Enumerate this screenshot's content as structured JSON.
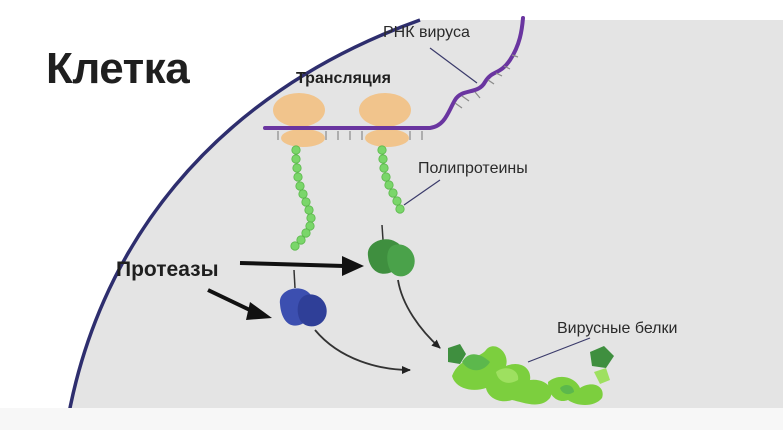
{
  "labels": {
    "title": "Клетка",
    "rna": "РНК вируса",
    "translation": "Трансляция",
    "polyproteins": "Полипротеины",
    "proteases": "Протеазы",
    "viral_proteins": "Вирусные белки"
  },
  "colors": {
    "cell_fill": "#e4e4e4",
    "cell_border": "#2e2e6e",
    "rna": "#6a35a0",
    "ribosome": "#f1c48c",
    "polyprotein_bead": "#7ad66a",
    "protease_active": "#3f8f3f",
    "protease_blue": "#3c4fb0",
    "viral_protein": "#7ccf3e",
    "arrow": "#111111"
  }
}
